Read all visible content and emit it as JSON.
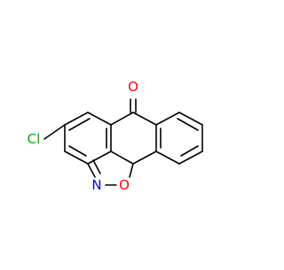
{
  "molecule": {
    "atom_labels": {
      "oxygen_carbonyl": "O",
      "oxygen_ring": "O",
      "nitrogen": "N",
      "chlorine": "Cl"
    },
    "colors": {
      "bond": "#000000",
      "oxygen": "#ff0000",
      "nitrogen": "#0000ff",
      "chlorine": "#00aa00"
    }
  }
}
